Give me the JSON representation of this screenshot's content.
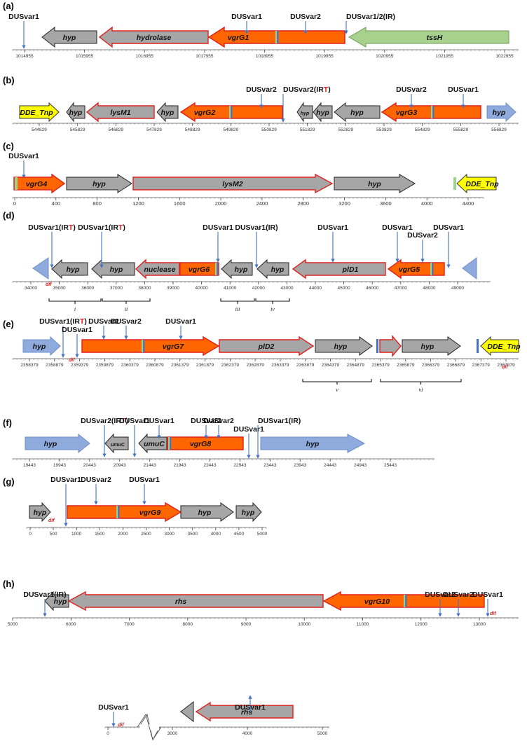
{
  "panels": [
    {
      "label": "(a)",
      "ticks": [
        "1014955",
        "1015955",
        "1016955",
        "1017955",
        "1018955",
        "1019955",
        "1020955",
        "1021955",
        "1022955"
      ],
      "genes": [
        {
          "name": "hyp",
          "color": "gray"
        },
        {
          "name": "hydrolase",
          "color": "gray-red"
        },
        {
          "name": "vgrG1",
          "color": "orange"
        },
        {
          "name": "tssH",
          "color": "green"
        }
      ],
      "dus": [
        {
          "base": "DUSvar1"
        },
        {
          "base": "DUSvar1"
        },
        {
          "base": "DUSvar2"
        },
        {
          "base": "DUSvar1/2(IR)"
        }
      ]
    },
    {
      "label": "(b)",
      "ticks": [
        "544829",
        "545829",
        "546829",
        "547829",
        "548829",
        "549829",
        "550829",
        "551829",
        "552829",
        "553829",
        "554829",
        "555829",
        "556829"
      ],
      "genes": [
        {
          "name": "DDE_Tnp",
          "color": "yellow"
        },
        {
          "name": "hyp",
          "color": "gray"
        },
        {
          "name": "lysM1",
          "color": "gray-red"
        },
        {
          "name": "hyp",
          "color": "gray"
        },
        {
          "name": "vgrG2",
          "color": "orange"
        },
        {
          "name": "hyp",
          "color": "gray"
        },
        {
          "name": "hyp",
          "color": "gray"
        },
        {
          "name": "hyp",
          "color": "gray"
        },
        {
          "name": "vgrG3",
          "color": "orange"
        },
        {
          "name": "hyp",
          "color": "blue"
        }
      ],
      "dus": [
        {
          "base": "DUSvar2"
        },
        {
          "base": "DUSvar2(IR",
          "red": "T",
          "close": ")"
        },
        {
          "base": "DUSvar2"
        },
        {
          "base": "DUSvar1"
        }
      ]
    },
    {
      "label": "(c)",
      "ticks": [
        "0",
        "400",
        "800",
        "1200",
        "1600",
        "2000",
        "2400",
        "2800",
        "3200",
        "3600",
        "4000",
        "4400"
      ],
      "genes": [
        {
          "name": "vgrG4",
          "color": "orange"
        },
        {
          "name": "hyp",
          "color": "gray"
        },
        {
          "name": "lysM2",
          "color": "gray-red"
        },
        {
          "name": "hyp",
          "color": "gray"
        },
        {
          "name": "DDE_Tnp",
          "color": "yellow"
        }
      ],
      "dus": [
        {
          "base": "DUSvar1"
        }
      ]
    },
    {
      "label": "(d)",
      "ticks": [
        "34000",
        "35000",
        "36000",
        "37000",
        "38000",
        "39000",
        "40000",
        "41000",
        "42000",
        "43000",
        "44000",
        "45000",
        "46000",
        "47000",
        "48000",
        "49000"
      ],
      "genes": [
        {
          "name": "hyp",
          "color": "gray"
        },
        {
          "name": "hyp",
          "color": "gray"
        },
        {
          "name": "nuclease",
          "color": "gray-red"
        },
        {
          "name": "vgrG6",
          "color": "orange"
        },
        {
          "name": "hyp",
          "color": "gray"
        },
        {
          "name": "hyp",
          "color": "gray"
        },
        {
          "name": "plD1",
          "color": "gray-red"
        },
        {
          "name": "vgrG5",
          "color": "orange"
        }
      ],
      "dus": [
        {
          "base": "DUSvar1(IR",
          "red": "T",
          "close": ")"
        },
        {
          "base": "DUSvar1(IR",
          "red": "T",
          "close": ")"
        },
        {
          "base": "DUSvar1"
        },
        {
          "base": "DUSvar1(IR)"
        },
        {
          "base": "DUSvar1"
        },
        {
          "base": "DUSvar1"
        },
        {
          "base": "DUSvar2"
        },
        {
          "base": "DUSvar1"
        }
      ],
      "dif": "dif",
      "regions": [
        "i",
        "ii",
        "iii",
        "iv"
      ]
    },
    {
      "label": "(e)",
      "ticks": [
        "2358379",
        "2358879",
        "2359379",
        "2359879",
        "2360379",
        "2360879",
        "2361379",
        "2361879",
        "2362379",
        "2362879",
        "2363379",
        "2363879",
        "2364379",
        "2364879",
        "2365379",
        "2365879",
        "2366379",
        "2366879",
        "2367379",
        "2367879"
      ],
      "genes": [
        {
          "name": "hyp",
          "color": "blue"
        },
        {
          "name": "vgrG7",
          "color": "orange"
        },
        {
          "name": "plD2",
          "color": "gray-red"
        },
        {
          "name": "hyp",
          "color": "gray"
        },
        {
          "name": "hyp",
          "color": "gray"
        },
        {
          "name": "DDE_Tnp",
          "color": "yellow"
        }
      ],
      "dus": [
        {
          "base": "DUSvar1(IR",
          "red": "T",
          "close": ")"
        },
        {
          "base": "DUSvar1"
        },
        {
          "base": "DUSvar2"
        },
        {
          "base": "DUSvar1"
        }
      ],
      "dif": "dif",
      "regions": [
        "v",
        "vi"
      ]
    },
    {
      "label": "(f)",
      "ticks": [
        "19443",
        "19943",
        "20443",
        "20943",
        "21443",
        "21943",
        "22443",
        "22943",
        "23443",
        "23943",
        "24443",
        "24943",
        "25443"
      ],
      "genes": [
        {
          "name": "hyp",
          "color": "blue"
        },
        {
          "name": "umuC",
          "color": "gray"
        },
        {
          "name": "umuC",
          "color": "gray"
        },
        {
          "name": "vgrG8",
          "color": "orange"
        },
        {
          "name": "hyp",
          "color": "blue"
        }
      ],
      "dus": [
        {
          "base": "DUSvar2(IR",
          "red": "T",
          "close": ")"
        },
        {
          "base": "DUSvar1"
        },
        {
          "base": "DUSvar2"
        },
        {
          "base": "DUSvar1"
        },
        {
          "base": "DUSvar1(IR)"
        }
      ]
    },
    {
      "label": "(g)",
      "ticks": [
        "0",
        "500",
        "1000",
        "1500",
        "2000",
        "2500",
        "3000",
        "3500",
        "4000",
        "4500",
        "5000"
      ],
      "genes": [
        {
          "name": "hyp",
          "color": "gray"
        },
        {
          "name": "vgrG9",
          "color": "orange"
        },
        {
          "name": "hyp",
          "color": "gray"
        },
        {
          "name": "hyp",
          "color": "gray"
        }
      ],
      "dus": [
        {
          "base": "DUSvar1"
        },
        {
          "base": "DUSvar2"
        },
        {
          "base": "DUSvar1"
        }
      ],
      "dif": "dif"
    },
    {
      "label": "(h)",
      "ticks": [
        "5000",
        "6000",
        "7000",
        "8000",
        "9000",
        "10000",
        "11000",
        "12000",
        "13000"
      ],
      "genes": [
        {
          "name": "hyp",
          "color": "gray"
        },
        {
          "name": "rhs",
          "color": "gray-red"
        },
        {
          "name": "vgrG10",
          "color": "orange"
        }
      ],
      "dus": [
        {
          "base": "DUSvar1(IR)"
        },
        {
          "base": "DUSvar2"
        },
        {
          "base": "DUSvar1"
        }
      ],
      "dif": "dif"
    },
    {
      "label": "",
      "ticks": [
        "0",
        "3000",
        "4000",
        "5000"
      ],
      "genes": [
        {
          "name": "rhs",
          "color": "gray-red"
        }
      ],
      "dus": [
        {
          "base": "DUSvar1"
        },
        {
          "base": "DUSvar1"
        }
      ],
      "dif": "dif"
    }
  ],
  "colors": {
    "orange": "#ff6600",
    "gray": "#a6a6a6",
    "red_outline": "#e0201c",
    "green": "#a9d18e",
    "yellow": "#ffff00",
    "blue": "#8faadc",
    "dus_arrow": "#4472c4",
    "dif": "#d02020",
    "stripe_blue": "#4472c4",
    "stripe_green": "#9bd28f"
  }
}
